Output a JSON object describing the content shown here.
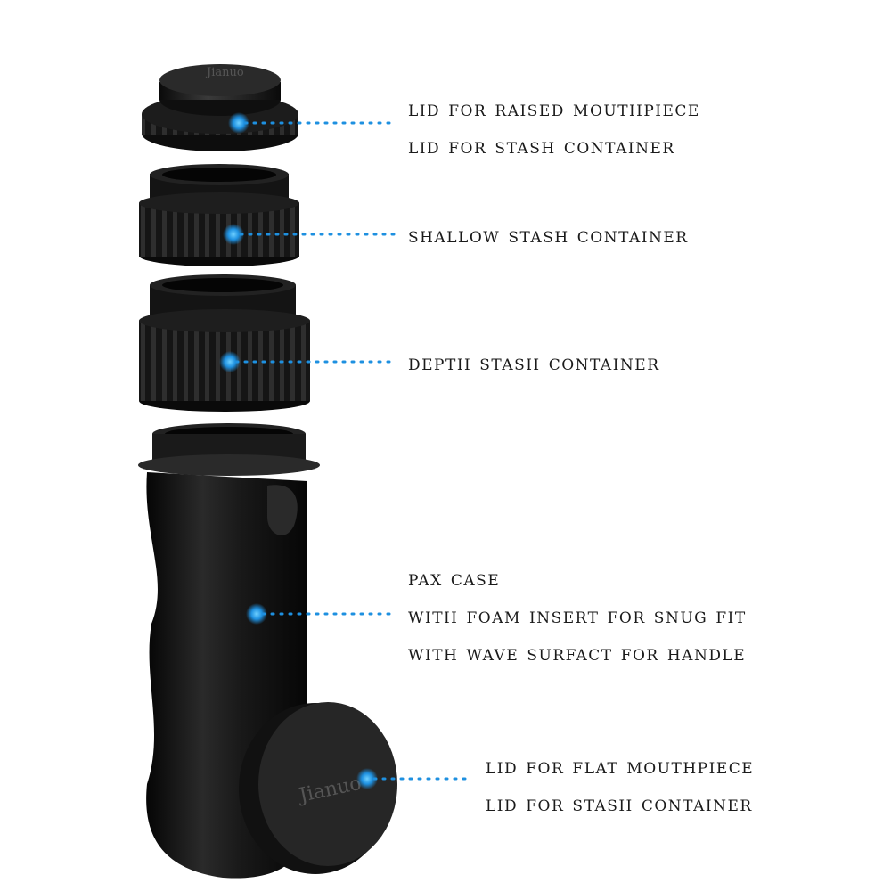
{
  "colors": {
    "accent": "#1e90e0",
    "product": "#111111",
    "background": "#ffffff"
  },
  "parts": [
    {
      "name": "raised-lid",
      "lines": [
        "LID FOR RAISED MOUTHPIECE",
        "LID FOR STASH CONTAINER"
      ]
    },
    {
      "name": "shallow-container",
      "lines": [
        "SHALLOW STASH CONTAINER"
      ]
    },
    {
      "name": "depth-container",
      "lines": [
        "DEPTH STASH CONTAINER"
      ]
    },
    {
      "name": "pax-case",
      "lines": [
        "PAX CASE",
        "WITH FOAM INSERT  FOR SNUG FIT",
        "WITH WAVE SURFACT FOR HANDLE"
      ]
    },
    {
      "name": "flat-lid",
      "lines": [
        "LID FOR FLAT MOUTHPIECE",
        "LID FOR STASH CONTAINER"
      ]
    }
  ],
  "brand": {
    "top_lid": "Jianuo",
    "bottom_lid": "Jianuo"
  }
}
